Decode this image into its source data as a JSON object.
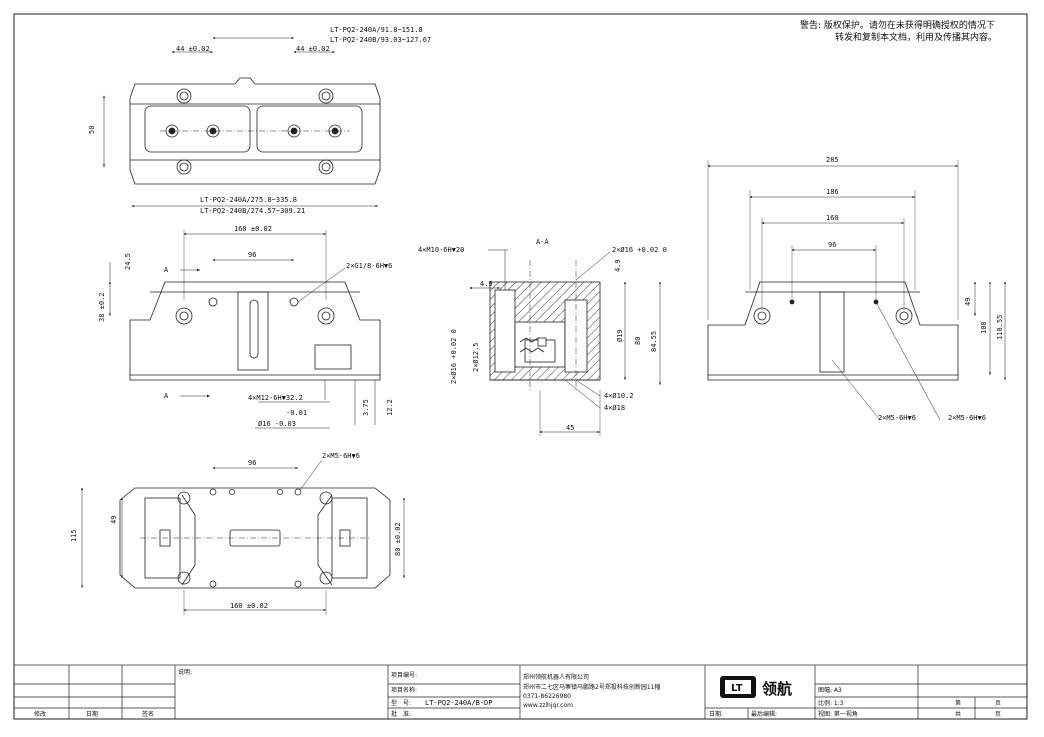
{
  "warning": {
    "label": "警告:",
    "line1": "版权保护。请勿在未获得明确授权的情况下",
    "line2": "转发和复制本文档，利用及传播其内容。"
  },
  "top_view": {
    "dim_tol_left": "44 ±0.02",
    "dim_tol_right": "44 ±0.02",
    "stroke_a": "LT-PQ2-240A/91.8~151.8",
    "stroke_b": "LT-PQ2-240B/93.03~127.67",
    "height_dim": "50",
    "length_a": "LT-PQ2-240A/275.8~335.8",
    "length_b": "LT-PQ2-240B/274.57~309.21"
  },
  "front_view": {
    "dim_160": "160 ±0.02",
    "dim_96": "96",
    "dim_24_5": "24.5",
    "dim_38": "38 ±0.2",
    "section_mark": "A",
    "port_callout": "2×G1/8-6H▼6",
    "thread_callout": "4×M12-6H▼32.2",
    "tol_upper": "-0.01",
    "tol_lower": "Ø16 -0.03",
    "dim_3_75": "3.75",
    "dim_12_2": "12.2"
  },
  "section_view": {
    "title": "A-A",
    "m10_callout": "4×M10-6H▼20",
    "pin_callout": "2×Ø16 +0.02 0",
    "dim_4_9_a": "4.9",
    "dim_4_9_b": "4.9",
    "dim_19": "Ø19",
    "dim_80": "80",
    "dim_84_55": "84.55",
    "dim_2x16": "2×Ø16 +0.02 0",
    "dim_12_5": "2×Ø12.5",
    "hole_10_2": "4×Ø10.2",
    "hole_18": "4×Ø18",
    "dim_45": "45"
  },
  "right_view": {
    "dim_285": "285",
    "dim_186": "186",
    "dim_160": "160",
    "dim_96": "96",
    "dim_49": "49",
    "dim_108": "108",
    "dim_110_55": "110.55",
    "m5_left": "2×M5-6H▼6",
    "m5_right": "2×M5-6H▼6"
  },
  "bottom_view": {
    "dim_96": "96",
    "m5_callout": "2×M5-6H▼6",
    "dim_115": "115",
    "dim_49": "49",
    "dim_80": "80 ±0.02",
    "dim_160": "160 ±0.02"
  },
  "title_block": {
    "rev_labels": [
      "修改",
      "日期",
      "签名"
    ],
    "note_label": "说明:",
    "project_no_label": "项目编号:",
    "project_name_label": "项目名称:",
    "model_label": "型　号:",
    "model_value": "LT-PQ2-240A/B-DP",
    "approve_label": "批　准:",
    "company": "郑州领航机器人有限公司",
    "address": "郑州市二七区马寨镇马鹏路2号郑投科技创新园11幢",
    "phone": "0371-86226980",
    "website": "www.zzlhjqr.com",
    "logo_mark": "LT",
    "logo_text": "领航",
    "date_label": "日期:",
    "last_edit_label": "最后编辑:",
    "sheet_label": "图幅: A3",
    "scale_label": "比例: 1:3",
    "view_label": "视图: 第一视角",
    "page_label": "第",
    "page_unit": "页",
    "total_label": "共",
    "total_unit": "页"
  }
}
